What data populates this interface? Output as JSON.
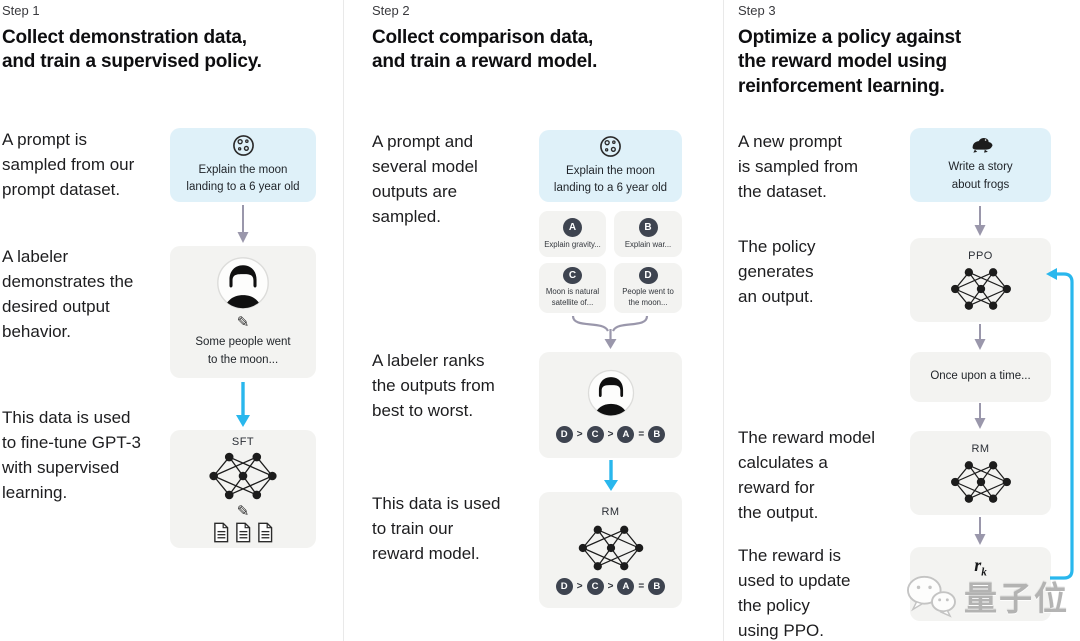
{
  "colors": {
    "prompt_box_bg": "#dff1f9",
    "gray_box_bg": "#f3f3f1",
    "badge_bg": "#3e4450",
    "blue_arrow": "#29b7ed",
    "gray_arrow": "#9a97ab",
    "divider": "#e9e9e9",
    "watermark_gray": "#a8a8a8"
  },
  "step1": {
    "label": "Step 1",
    "title": "Collect demonstration data,\nand train a supervised policy.",
    "p1": "A prompt is\nsampled from our\nprompt dataset.",
    "p2": "A labeler\ndemonstrates the\ndesired output\nbehavior.",
    "p3": "This data is used\nto fine-tune GPT-3\nwith supervised\nlearning.",
    "prompt_text": "Explain the moon\nlanding to a 6 year old",
    "labeler_text": "Some people went\nto the moon...",
    "sft_label": "SFT"
  },
  "step2": {
    "label": "Step 2",
    "title": "Collect comparison data,\nand train a reward model.",
    "p1": "A prompt and\nseveral model\noutputs are\nsampled.",
    "p2": "A labeler ranks\nthe outputs from\nbest to worst.",
    "p3": "This data is used\nto train our\nreward model.",
    "prompt_text": "Explain the moon\nlanding to a 6 year old",
    "cards": [
      {
        "letter": "A",
        "text": "Explain gravity..."
      },
      {
        "letter": "B",
        "text": "Explain war..."
      },
      {
        "letter": "C",
        "text": "Moon is natural\nsatellite of..."
      },
      {
        "letter": "D",
        "text": "People went to\nthe moon..."
      }
    ],
    "ranking": {
      "items": [
        "D",
        "C",
        "A",
        "B"
      ],
      "ops": [
        ">",
        ">",
        "="
      ]
    },
    "rm_label": "RM"
  },
  "step3": {
    "label": "Step 3",
    "title": "Optimize a policy against\nthe reward model using\nreinforcement learning.",
    "p1": "A new prompt\nis sampled from\nthe dataset.",
    "p2": "The policy\ngenerates\nan output.",
    "p3": "The reward model\ncalculates a\nreward for\nthe output.",
    "p4": "The reward is\nused to update\nthe policy\nusing PPO.",
    "prompt_text": "Write a story\nabout frogs",
    "ppo_label": "PPO",
    "output_text": "Once upon a time...",
    "rm_label": "RM",
    "reward": {
      "base": "r",
      "sub": "k"
    }
  },
  "icons": {
    "pencil_glyph": "✎"
  },
  "watermark": {
    "text": "量子位"
  }
}
